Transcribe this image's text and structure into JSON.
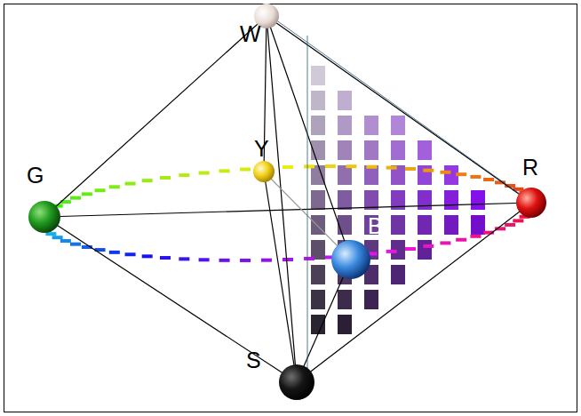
{
  "diagram": {
    "labels": [
      "W",
      "Y",
      "G",
      "R",
      "B",
      "S"
    ]
  }
}
